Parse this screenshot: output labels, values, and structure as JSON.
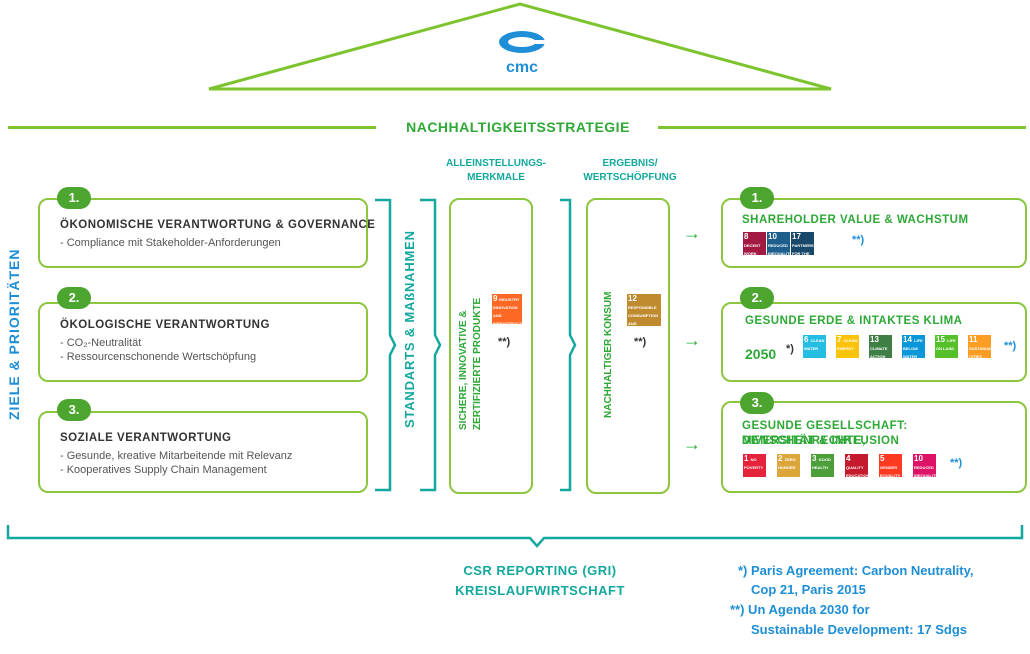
{
  "logo": {
    "text": "cmc"
  },
  "header": {
    "title": "NACHHALTIGKEITSSTRATEGIE"
  },
  "left": {
    "vertical_label": "ZIELE & PRIORITÄTEN",
    "items": [
      {
        "num": "1.",
        "title": "ÖKONOMISCHE VERANTWORTUNG & GOVERNANCE",
        "lines": [
          "- Compliance mit Stakeholder-Anforderungen"
        ]
      },
      {
        "num": "2.",
        "title": "ÖKOLOGISCHE VERANTWORTUNG",
        "lines": [
          "- CO₂-Neutralität",
          "- Ressourcenschonende Wertschöpfung"
        ]
      },
      {
        "num": "3.",
        "title": "SOZIALE VERANTWORTUNG",
        "lines": [
          "- Gesunde, kreative Mitarbeitende mit Relevanz",
          "- Kooperatives Supply Chain Management"
        ]
      }
    ]
  },
  "middle": {
    "standards_label": "STANDARTS & MAßNAHMEN",
    "col1": {
      "header_l1": "ALLEINSTELLUNGS-",
      "header_l2": "MERKMALE",
      "text_l1": "SICHERE, INNOVATIVE &",
      "text_l2": "ZERTIFIZIERTE  PRODUKTE",
      "sdg_num": "9",
      "sdg_text": "INDUSTRY INNOVATION AND INFRASTRUCTURE",
      "star": "**)"
    },
    "col2": {
      "header_l1": "ERGEBNIS/",
      "header_l2": "WERTSCHÖPFUNG",
      "text": "NACHHALTIGER KONSUM",
      "sdg_num": "12",
      "sdg_text": "RESPONSIBLE CONSUMPTION AND PRODUCTION",
      "star": "**)"
    }
  },
  "right": {
    "items": [
      {
        "num": "1.",
        "title_l1": "SHAREHOLDER VALUE & WACHSTUM",
        "title_l2": "",
        "star": "**)",
        "sdgs": [
          {
            "n": "8",
            "t": "DECENT WORK AND ECONOMIC GROWTH",
            "c": "#a21942"
          },
          {
            "n": "10",
            "t": "REDUCED INEQUALITIES",
            "c": "#1f5f8b"
          },
          {
            "n": "17",
            "t": "PARTNERSHIPS FOR THE GOALS",
            "c": "#19486a"
          }
        ]
      },
      {
        "num": "2.",
        "title_l1": "GESUNDE ERDE & INTAKTES KLIMA",
        "title_l2": "",
        "star1": "*)",
        "star": "**)",
        "agenda": "2050",
        "sdgs": [
          {
            "n": "6",
            "t": "CLEAN WATER",
            "c": "#26bde2"
          },
          {
            "n": "7",
            "t": "CLEAN ENERGY",
            "c": "#fcc30b"
          },
          {
            "n": "13",
            "t": "CLIMATE ACTION",
            "c": "#3f7e44"
          },
          {
            "n": "14",
            "t": "LIFE BELOW WATER",
            "c": "#0a97d9"
          },
          {
            "n": "15",
            "t": "LIFE ON LAND",
            "c": "#56c02b"
          },
          {
            "n": "11",
            "t": "SUSTAINABLE CITIES",
            "c": "#fd9d24"
          }
        ]
      },
      {
        "num": "3.",
        "title_l1": "GESUNDE GESELLSCHAFT: MENSCHENRECHTE,",
        "title_l2": "DIVERSITÄT & INKLUSION",
        "star": "**)",
        "sdgs": [
          {
            "n": "1",
            "t": "NO POVERTY",
            "c": "#e5243b"
          },
          {
            "n": "2",
            "t": "ZERO HUNGER",
            "c": "#dda63a"
          },
          {
            "n": "3",
            "t": "GOOD HEALTH",
            "c": "#4c9f38"
          },
          {
            "n": "4",
            "t": "QUALITY EDUCATION",
            "c": "#c5192d"
          },
          {
            "n": "5",
            "t": "GENDER EQUALITY",
            "c": "#ff3a21"
          },
          {
            "n": "10",
            "t": "REDUCED INEQUALITIES",
            "c": "#dd1367"
          }
        ]
      }
    ]
  },
  "bottom": {
    "line1": "CSR REPORTING (GRI)",
    "line2": "KREISLAUFWIRTSCHAFT"
  },
  "footnotes": {
    "l1": "*) Paris Agreement: Carbon Neutrality,",
    "l2": "Cop 21, Paris 2015",
    "l3": "**) Un Agenda 2030 for",
    "l4": "Sustainable Development: 17 Sdgs"
  },
  "colors": {
    "accent_green": "#7dc32e",
    "text_green": "#2ea836",
    "teal": "#13a89e",
    "blue": "#1e8ed6"
  }
}
